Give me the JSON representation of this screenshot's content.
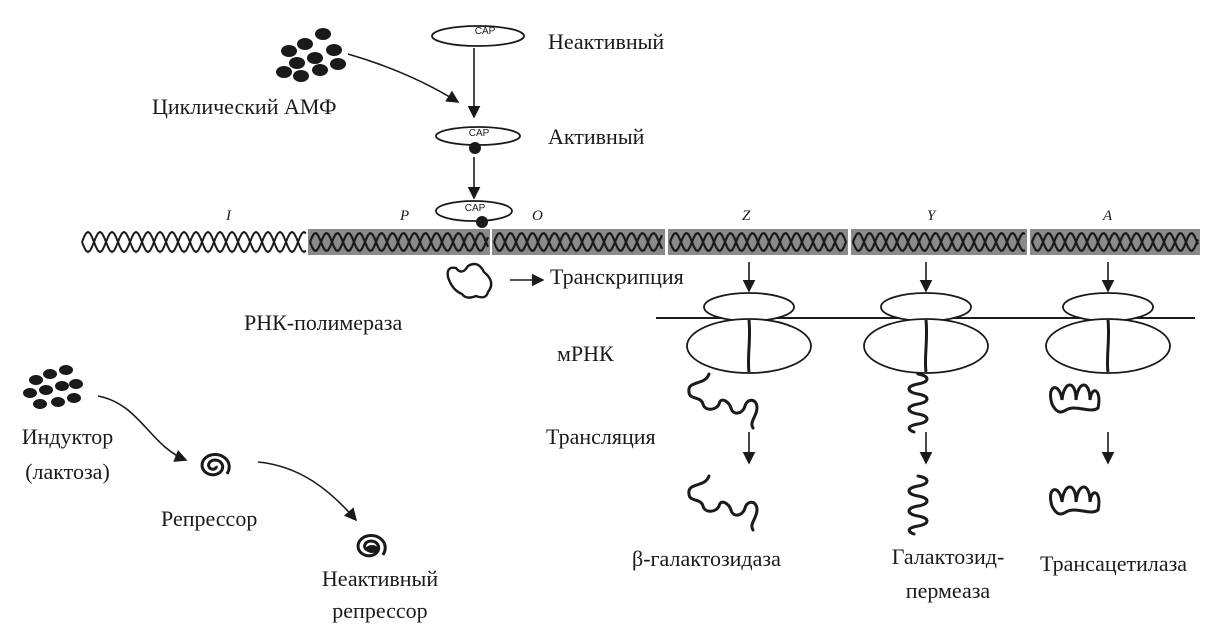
{
  "labels": {
    "cap": "CAP",
    "inactive": "Неактивный",
    "camp": "Циклический АМФ",
    "active": "Активный",
    "transcription": "Транскрипция",
    "rna_polymerase": "РНК-полимераза",
    "mrna": "мРНК",
    "translation": "Трансляция",
    "inducer_line1": "Индуктор",
    "inducer_line2": "(лактоза)",
    "repressor": "Репрессор",
    "inactive_repressor_line1": "Неактивный",
    "inactive_repressor_line2": "репрессор",
    "beta_galactosidase": "β-галактозидаза",
    "permease_line1": "Галактозид-",
    "permease_line2": "пермеаза",
    "transacetylase": "Трансацетилаза"
  },
  "genes": [
    "I",
    "P",
    "O",
    "Z",
    "Y",
    "A"
  ],
  "colors": {
    "ink": "#1a1a1a",
    "shade": "#8a8a8a",
    "paper": "#ffffff"
  }
}
